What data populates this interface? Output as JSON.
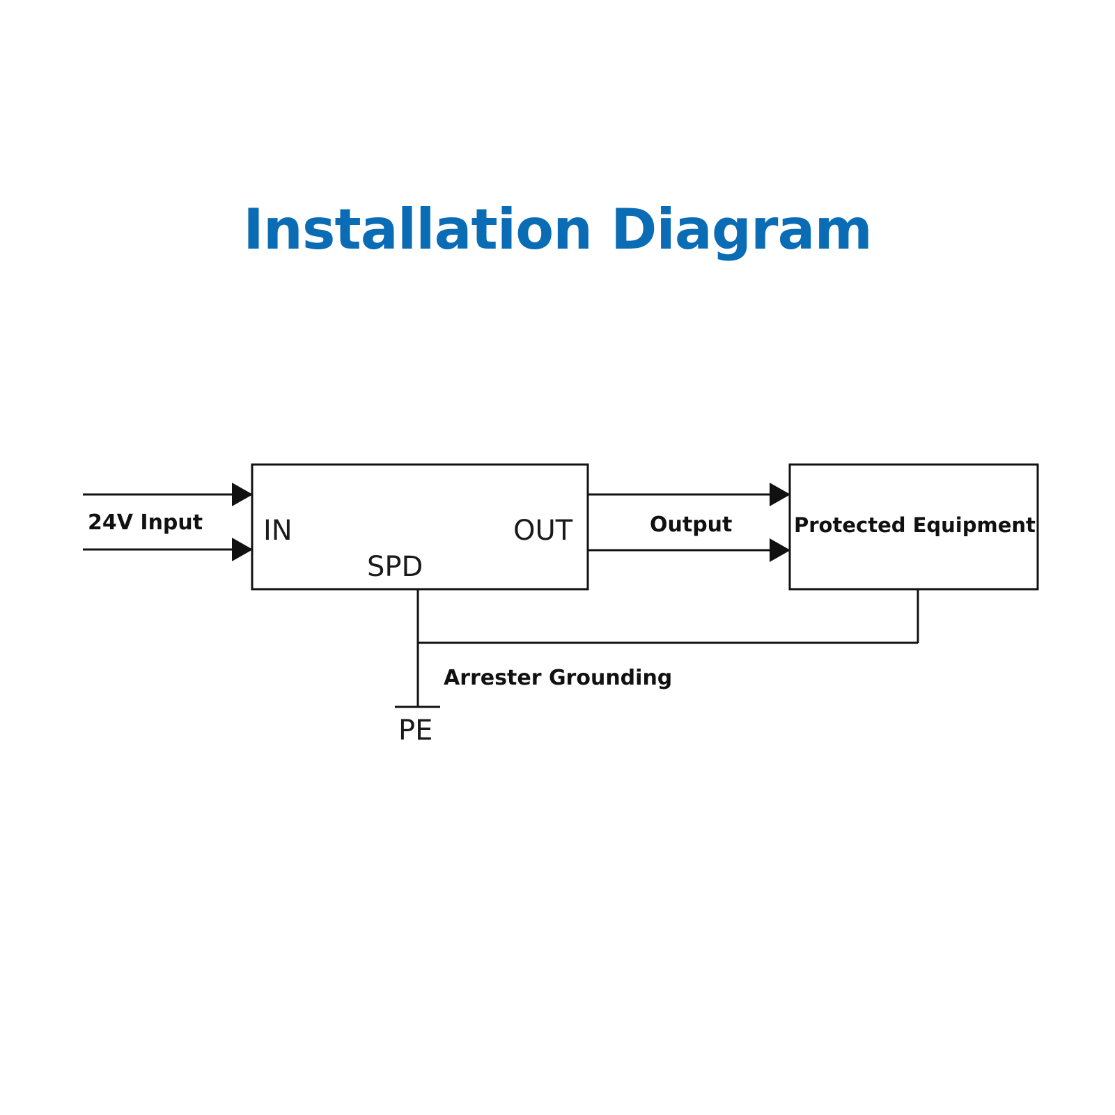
{
  "title": "Installation Diagram",
  "colors": {
    "title": "#0a6cb5",
    "line": "#111111",
    "background": "#ffffff"
  },
  "spd_block": {
    "name": "SPD",
    "in_label": "IN",
    "out_label": "OUT"
  },
  "input_label": "24V Input",
  "output_label": "Output",
  "equipment_label": "Protected Equipment",
  "grounding_label": "Arrester Grounding",
  "ground_label": "PE"
}
